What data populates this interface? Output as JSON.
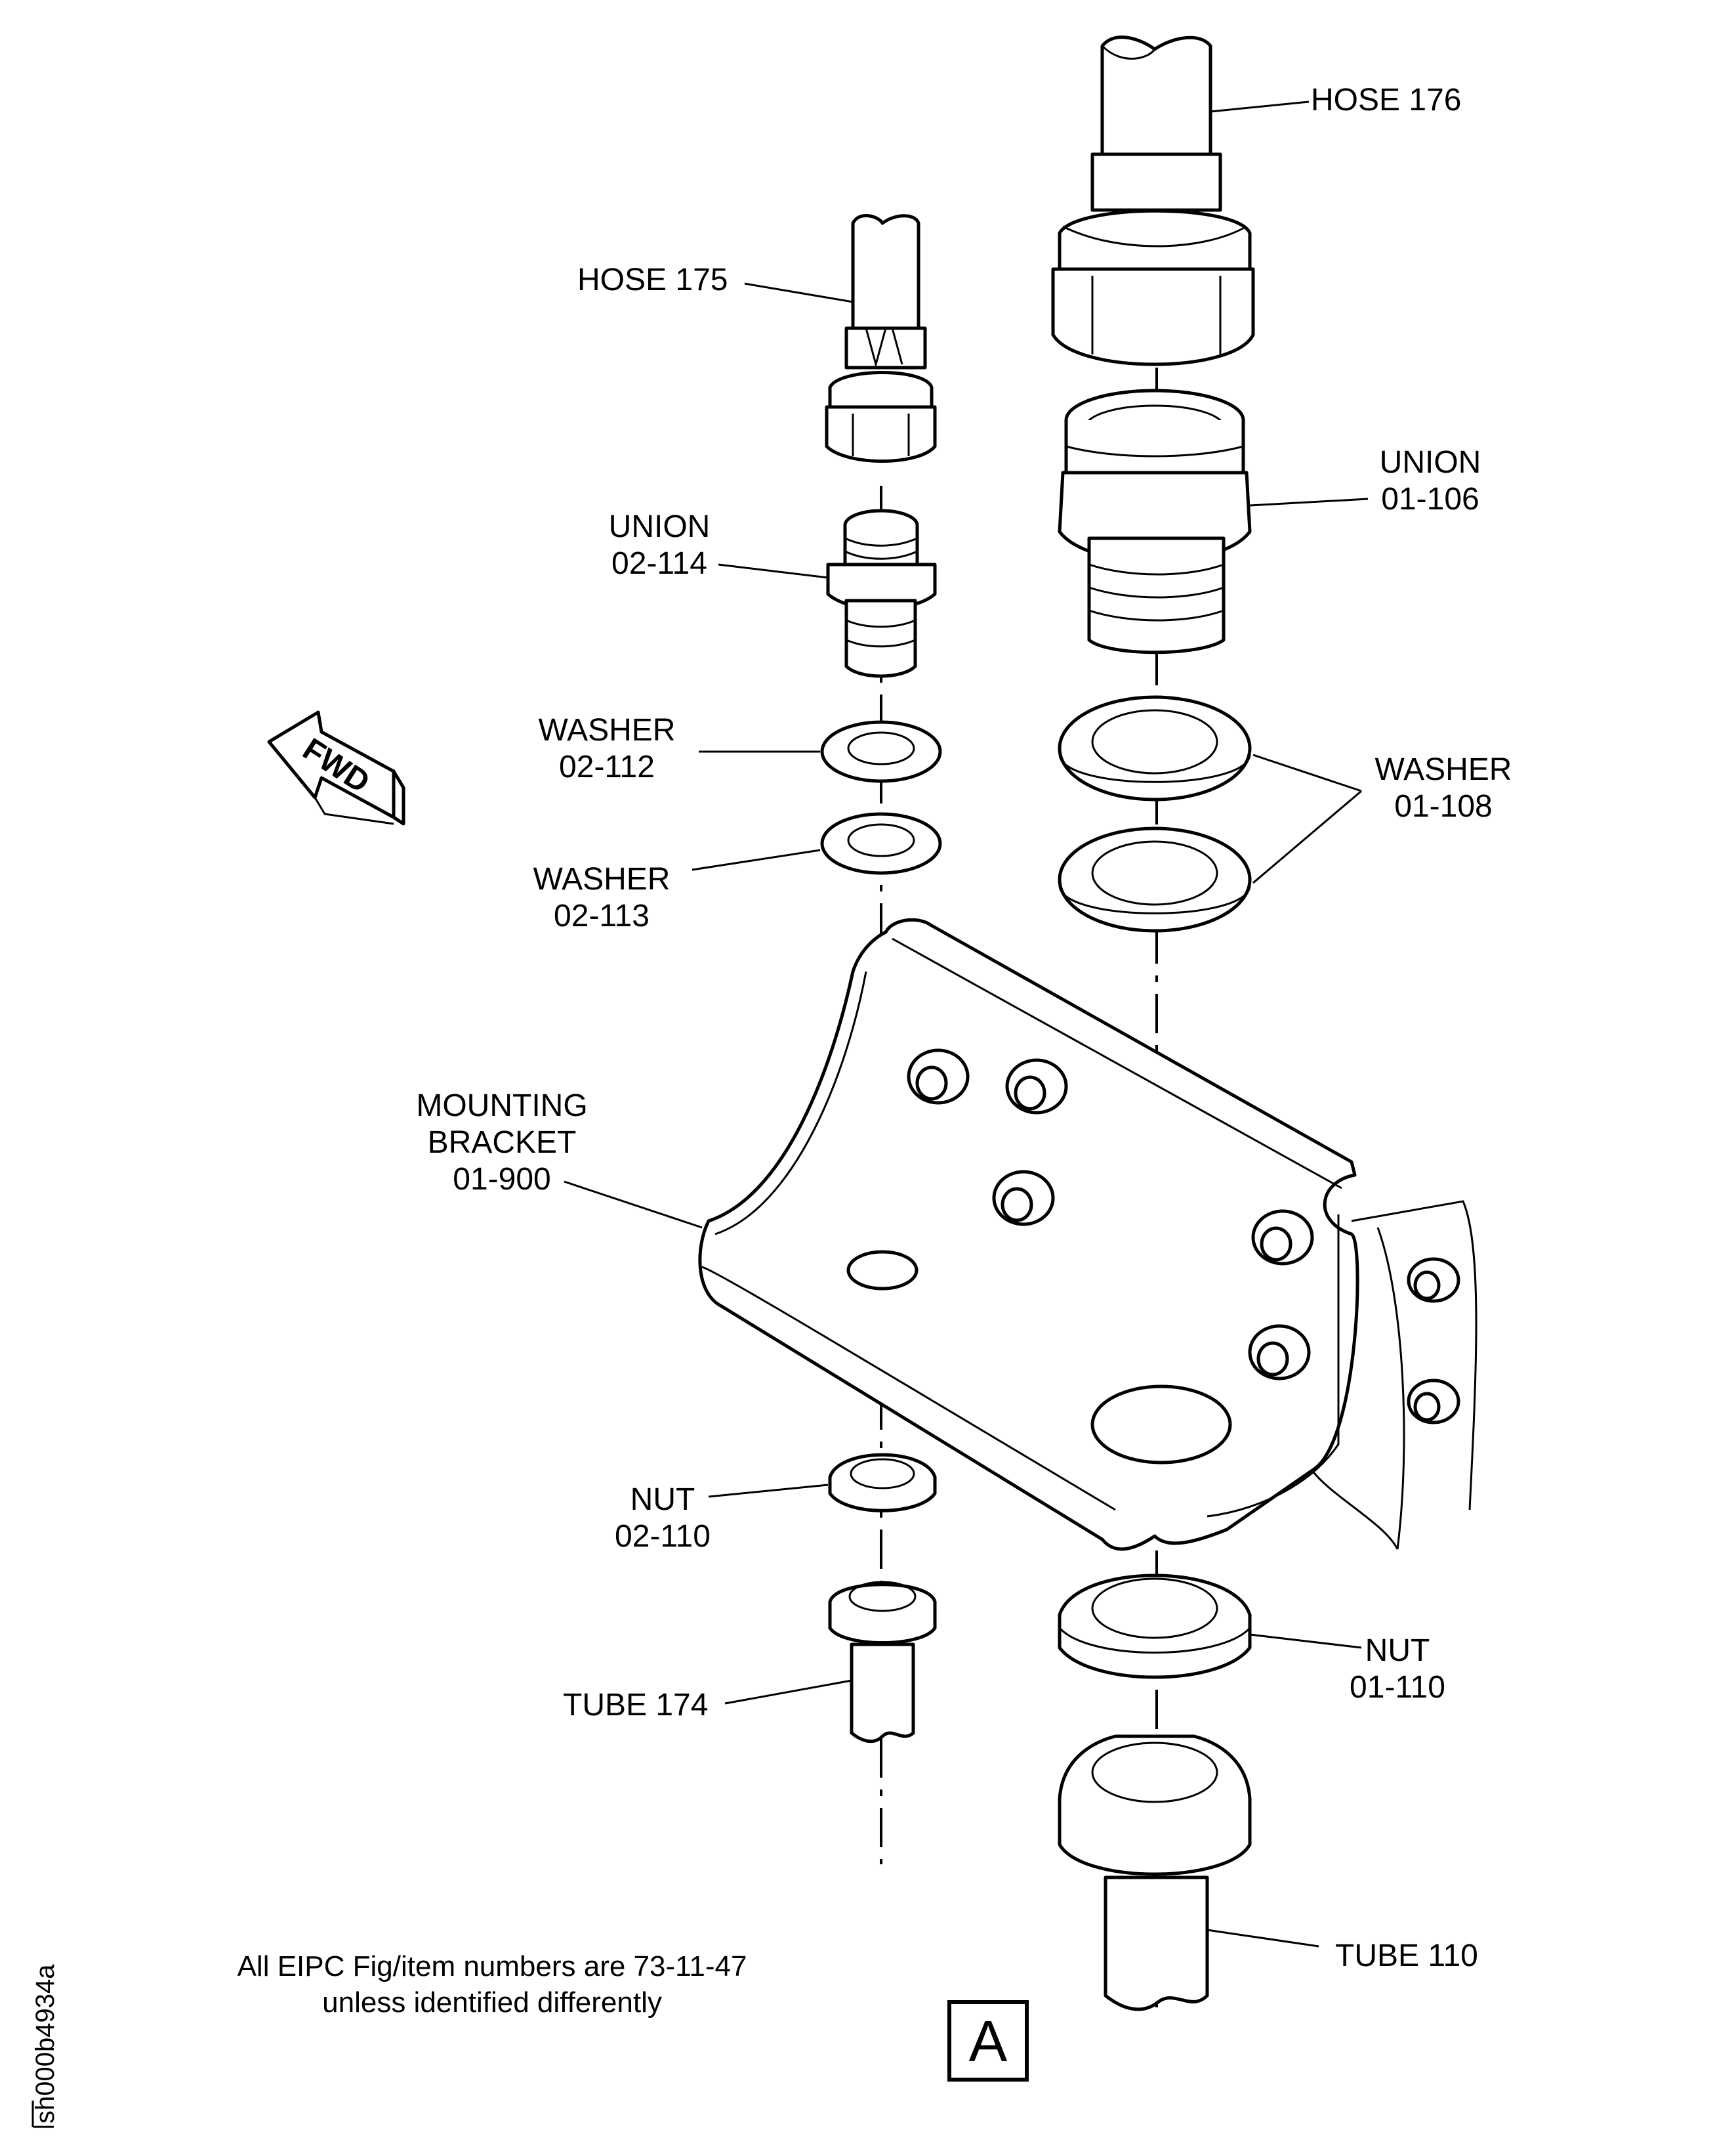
{
  "labels": {
    "hose_176": "HOSE 176",
    "hose_175": "HOSE 175",
    "union_01_106": [
      "UNION",
      "01-106"
    ],
    "union_02_114": [
      "UNION",
      "02-114"
    ],
    "washer_02_112": [
      "WASHER",
      "02-112"
    ],
    "washer_02_113": [
      "WASHER",
      "02-113"
    ],
    "washer_01_108": [
      "WASHER",
      "01-108"
    ],
    "mounting_bracket": [
      "MOUNTING",
      "BRACKET",
      "01-900"
    ],
    "nut_02_110": [
      "NUT",
      "02-110"
    ],
    "nut_01_110": [
      "NUT",
      "01-110"
    ],
    "tube_174": "TUBE 174",
    "tube_110": "TUBE 110"
  },
  "fwd_arrow": "FWD",
  "note": [
    "All EIPC Fig/item numbers are 73-11-47",
    "unless identified differently"
  ],
  "view_label": "A",
  "drawing_id": "sh000b4934a"
}
